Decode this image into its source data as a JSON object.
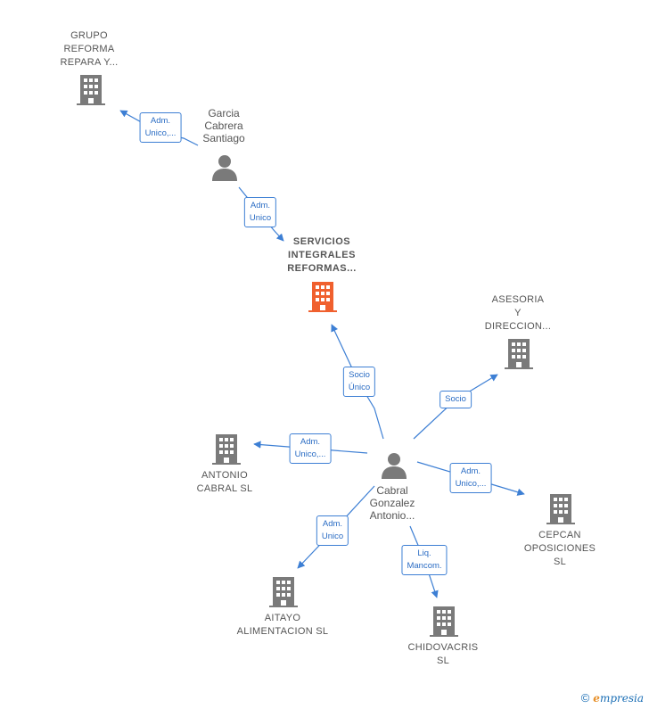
{
  "nodes": {
    "grupo": {
      "label": "GRUPO\nREFORMA\nREPARA Y..."
    },
    "garcia": {
      "label": "Garcia\nCabrera\nSantiago"
    },
    "servicios": {
      "label": "SERVICIOS\nINTEGRALES\nREFORMAS..."
    },
    "asesoria": {
      "label": "ASESORIA\nY\nDIRECCION..."
    },
    "antonio_cabral": {
      "label": "ANTONIO\nCABRAL  SL"
    },
    "cabral": {
      "label": "Cabral\nGonzalez\nAntonio..."
    },
    "cepcan": {
      "label": "CEPCAN\nOPOSICIONES\nSL"
    },
    "aitayo": {
      "label": "AITAYO\nALIMENTACION SL"
    },
    "chidovacris": {
      "label": "CHIDOVACRIS\nSL"
    }
  },
  "relations": {
    "garcia_grupo": "Adm.\nUnico,...",
    "garcia_servicios": "Adm.\nUnico",
    "cabral_servicios": "Socio\nÚnico",
    "cabral_asesoria": "Socio",
    "cabral_antonio": "Adm.\nUnico,...",
    "cabral_cepcan": "Adm.\nUnico,...",
    "cabral_aitayo": "Adm.\nUnico",
    "cabral_chidovacris": "Liq.\nMancom."
  },
  "colors": {
    "company": "#7a7a7a",
    "main_company": "#f0602e",
    "person": "#7a7a7a",
    "edge": "#3d7fd4"
  },
  "footer": {
    "copyright_symbol": "©",
    "brand_initial": "e",
    "brand_rest": "mpresia"
  }
}
